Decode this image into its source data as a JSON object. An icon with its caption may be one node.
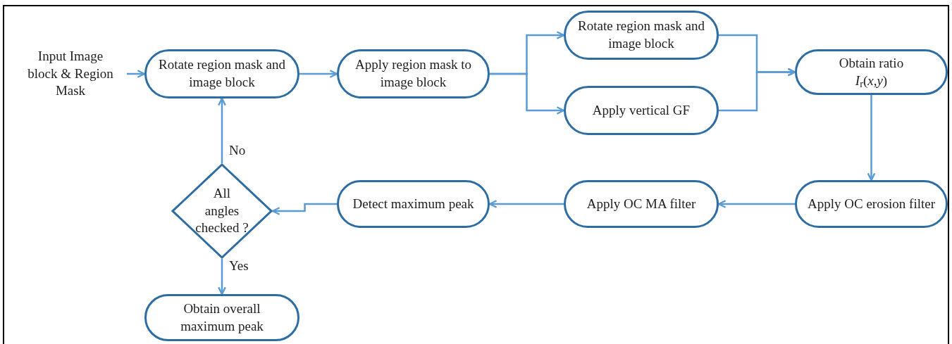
{
  "diagram": {
    "nodes": [
      {
        "text": [
          "Input Image block & Region Mask"
        ]
      },
      {
        "text": [
          "Rotate region mask and image block"
        ]
      },
      {
        "text": [
          "Apply region mask to image block"
        ]
      },
      {
        "text": [
          "Rotate region mask and image block"
        ]
      },
      {
        "text": [
          "Apply vertical GF"
        ]
      },
      {
        "text": [
          "Obtain ratio",
          "*I*$_{r}$(*x*,*y*)"
        ]
      },
      {
        "text": [
          "Apply OC erosion filter"
        ]
      },
      {
        "text": [
          "Apply OC MA filter"
        ]
      },
      {
        "text": [
          "Detect maximum peak"
        ]
      },
      {
        "text": [
          "All angles checked ?"
        ]
      },
      {
        "text": [
          "Obtain overall maximum peak"
        ]
      }
    ],
    "edges": [
      {
        "from": 0,
        "to": 1,
        "arrow": "to"
      },
      {
        "from": 1,
        "to": 2,
        "arrow": "to"
      },
      {
        "from": 2,
        "to": 3,
        "arrow": "to"
      },
      {
        "from": 2,
        "to": 4,
        "arrow": "to"
      },
      {
        "from": 3,
        "to": 5,
        "arrow": "to"
      },
      {
        "from": 4,
        "to": 5,
        "arrow": "to"
      },
      {
        "from": 5,
        "to": 6,
        "arrow": "to"
      },
      {
        "from": 6,
        "to": 7,
        "arrow": "to"
      },
      {
        "from": 7,
        "to": 8,
        "arrow": "to"
      },
      {
        "from": 8,
        "to": 9,
        "arrow": "to"
      },
      {
        "from": 9,
        "to": 1,
        "arrow": "to",
        "label": "No"
      },
      {
        "from": 9,
        "to": 10,
        "arrow": "to",
        "label": "Yes"
      }
    ]
  }
}
